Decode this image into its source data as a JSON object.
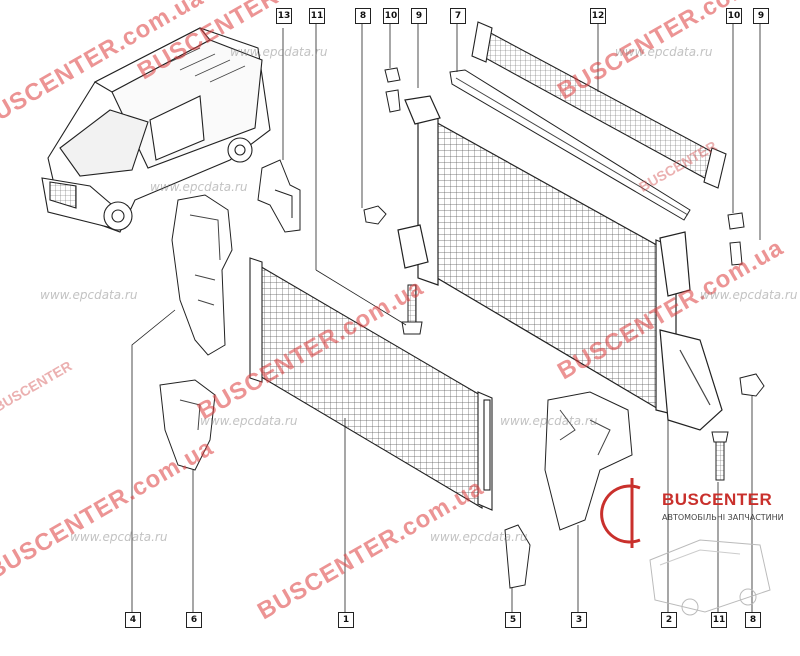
{
  "callouts": {
    "c13": "13",
    "c11a": "11",
    "c8a": "8",
    "c10a": "10",
    "c9a": "9",
    "c7": "7",
    "c12": "12",
    "c10b": "10",
    "c9b": "9",
    "c4": "4",
    "c6": "6",
    "c1": "1",
    "c5": "5",
    "c3": "3",
    "c2": "2",
    "c11b": "11",
    "c8b": "8"
  },
  "watermarks": {
    "site_red": "BUSCENTER.com.ua",
    "site_grey": "www.epcdata.ru",
    "brand_red": "BUSCENTER"
  },
  "logo": {
    "name": "BUSCENTER",
    "tagline": "АВТОМОБІЛЬНІ ЗАПЧАСТИНИ",
    "accent": "#c9302c"
  },
  "colors": {
    "line": "#222222",
    "watermark_red": "#dc3c3c",
    "watermark_grey": "#888888"
  }
}
